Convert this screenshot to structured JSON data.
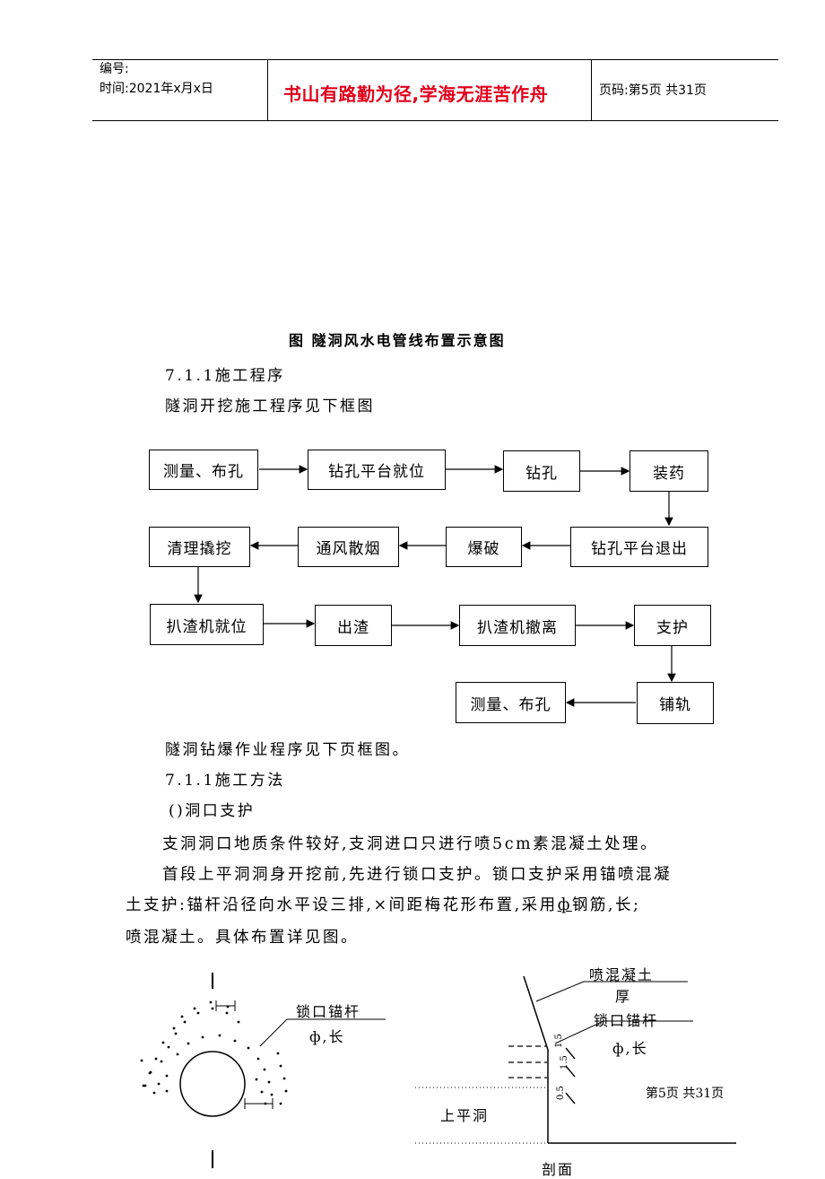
{
  "header": {
    "number_label": "编号:",
    "time_label": "时间:2021年x月x日",
    "motto": "书山有路勤为径,学海无涯苦作舟",
    "page_info": "页码:第5页 共31页"
  },
  "figure_caption": "图 隧洞风水电管线布置示意图",
  "section1": {
    "heading": "7.1.1施工程序",
    "intro": "隧洞开挖施工程序见下框图"
  },
  "flow": {
    "row1": [
      "测量、布孔",
      "钻孔平台就位",
      "钻孔",
      "装药"
    ],
    "row2": [
      "清理撬挖",
      "通风散烟",
      "爆破",
      "钻孔平台退出"
    ],
    "row3": [
      "扒渣机就位",
      "出渣",
      "扒渣机撤离",
      "支护"
    ],
    "row4": [
      "测量、布孔",
      "铺轨"
    ]
  },
  "after_flow": "隧洞钻爆作业程序见下页框图。",
  "section2": {
    "heading": "7.1.1施工方法",
    "sub": "()洞口支护",
    "p1": "支洞洞口地质条件较好,支洞进口只进行喷5cm素混凝土处理。",
    "p2_line1": "首段上平洞洞身开挖前,先进行锁口支护。锁口支护采用锚喷混凝",
    "p2_line2a": "土支护:锚杆沿径向水平设三排,×间距梅花形布置,采用",
    "p2_phi": "ф",
    "p2_line2b": "钢筋,长;",
    "p2_line3": "喷混凝土。具体布置详见图。"
  },
  "diagram_left": {
    "label1": "锁口锚杆",
    "label2": "ф,长"
  },
  "diagram_right": {
    "label_spray1": "喷混凝土",
    "label_spray2": "厚",
    "label_bolt1": "锁口锚杆",
    "label_bolt2": "ф,长",
    "label_tunnel": "上平洞",
    "dim1": "1.5",
    "dim2": "1.5",
    "dim3": "0.5",
    "label_section": "剖面"
  },
  "footer_page": "第5页 共31页"
}
